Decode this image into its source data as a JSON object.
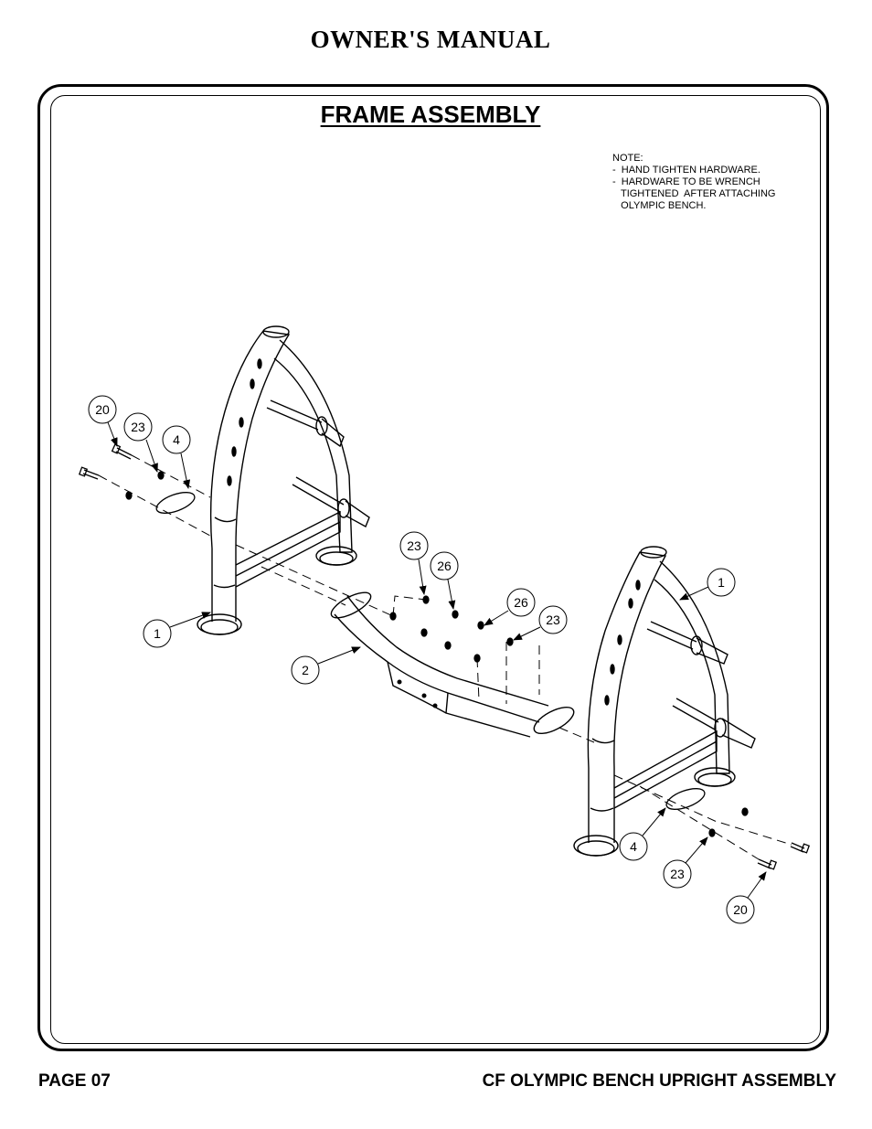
{
  "header": {
    "title": "OWNER'S MANUAL"
  },
  "section": {
    "title": "FRAME ASSEMBLY"
  },
  "note": {
    "lines": [
      "NOTE:",
      "-  HAND TIGHTEN HARDWARE.",
      "-  HARDWARE TO BE WRENCH",
      "   TIGHTENED  AFTER ATTACHING",
      "   OLYMPIC BENCH."
    ]
  },
  "callouts": {
    "c1": "20",
    "c2": "23",
    "c3": "4",
    "c4": "1",
    "c5": "2",
    "c6": "23",
    "c7": "26",
    "c8": "26",
    "c9": "23",
    "c10": "1",
    "c11": "4",
    "c12": "23",
    "c13": "20"
  },
  "footer": {
    "page": "PAGE 07",
    "product": "CF OLYMPIC BENCH UPRIGHT ASSEMBLY"
  }
}
